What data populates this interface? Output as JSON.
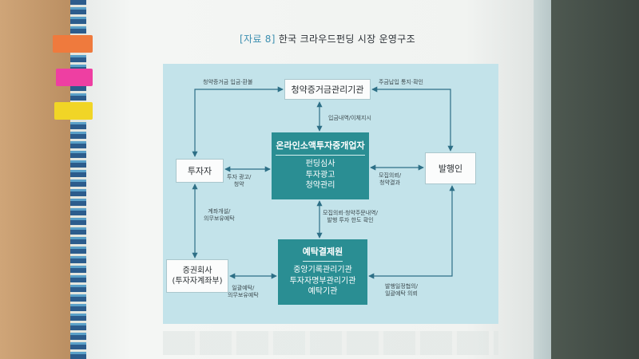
{
  "title": {
    "tag": "[자료 8]",
    "text": "한국 크라우드펀딩 시장 운영구조"
  },
  "boxes": {
    "escrow": "청약증거금관리기관",
    "investor": "투자자",
    "issuer": "발행인",
    "broker": {
      "head": "온라인소액투자중개업자",
      "lines": [
        "펀딩심사",
        "투자광고",
        "청약관리"
      ]
    },
    "deposit": {
      "head": "예탁결제원",
      "lines": [
        "중앙기록관리기관",
        "투자자명부관리기관",
        "예탁기관"
      ]
    },
    "securities": {
      "name": "증권회사",
      "sub": "(투자자계좌부)"
    }
  },
  "labels": {
    "investor_escrow": "청약증거금 입금·환불",
    "escrow_issuer": "주금납입 통지·확인",
    "escrow_broker": "입금내역/이체지시",
    "investor_broker": [
      "투자 광고/",
      "청약"
    ],
    "broker_issuer": [
      "모집의뢰/",
      "청약결과"
    ],
    "investor_securities": [
      "계좌개설/",
      "의무보유예탁"
    ],
    "broker_deposit": [
      "모집의뢰·청약주문내역/",
      "발행 투자 한도 확인"
    ],
    "securities_deposit": [
      "일괄예탁/",
      "의무보유예탁"
    ],
    "deposit_issuer": [
      "발행일정협의/",
      "일괄예탁 의뢰"
    ]
  },
  "colors": {
    "frame": "#c3e3ea",
    "dark_box": "#2a8e93",
    "title_tag": "#3d8fb0"
  }
}
